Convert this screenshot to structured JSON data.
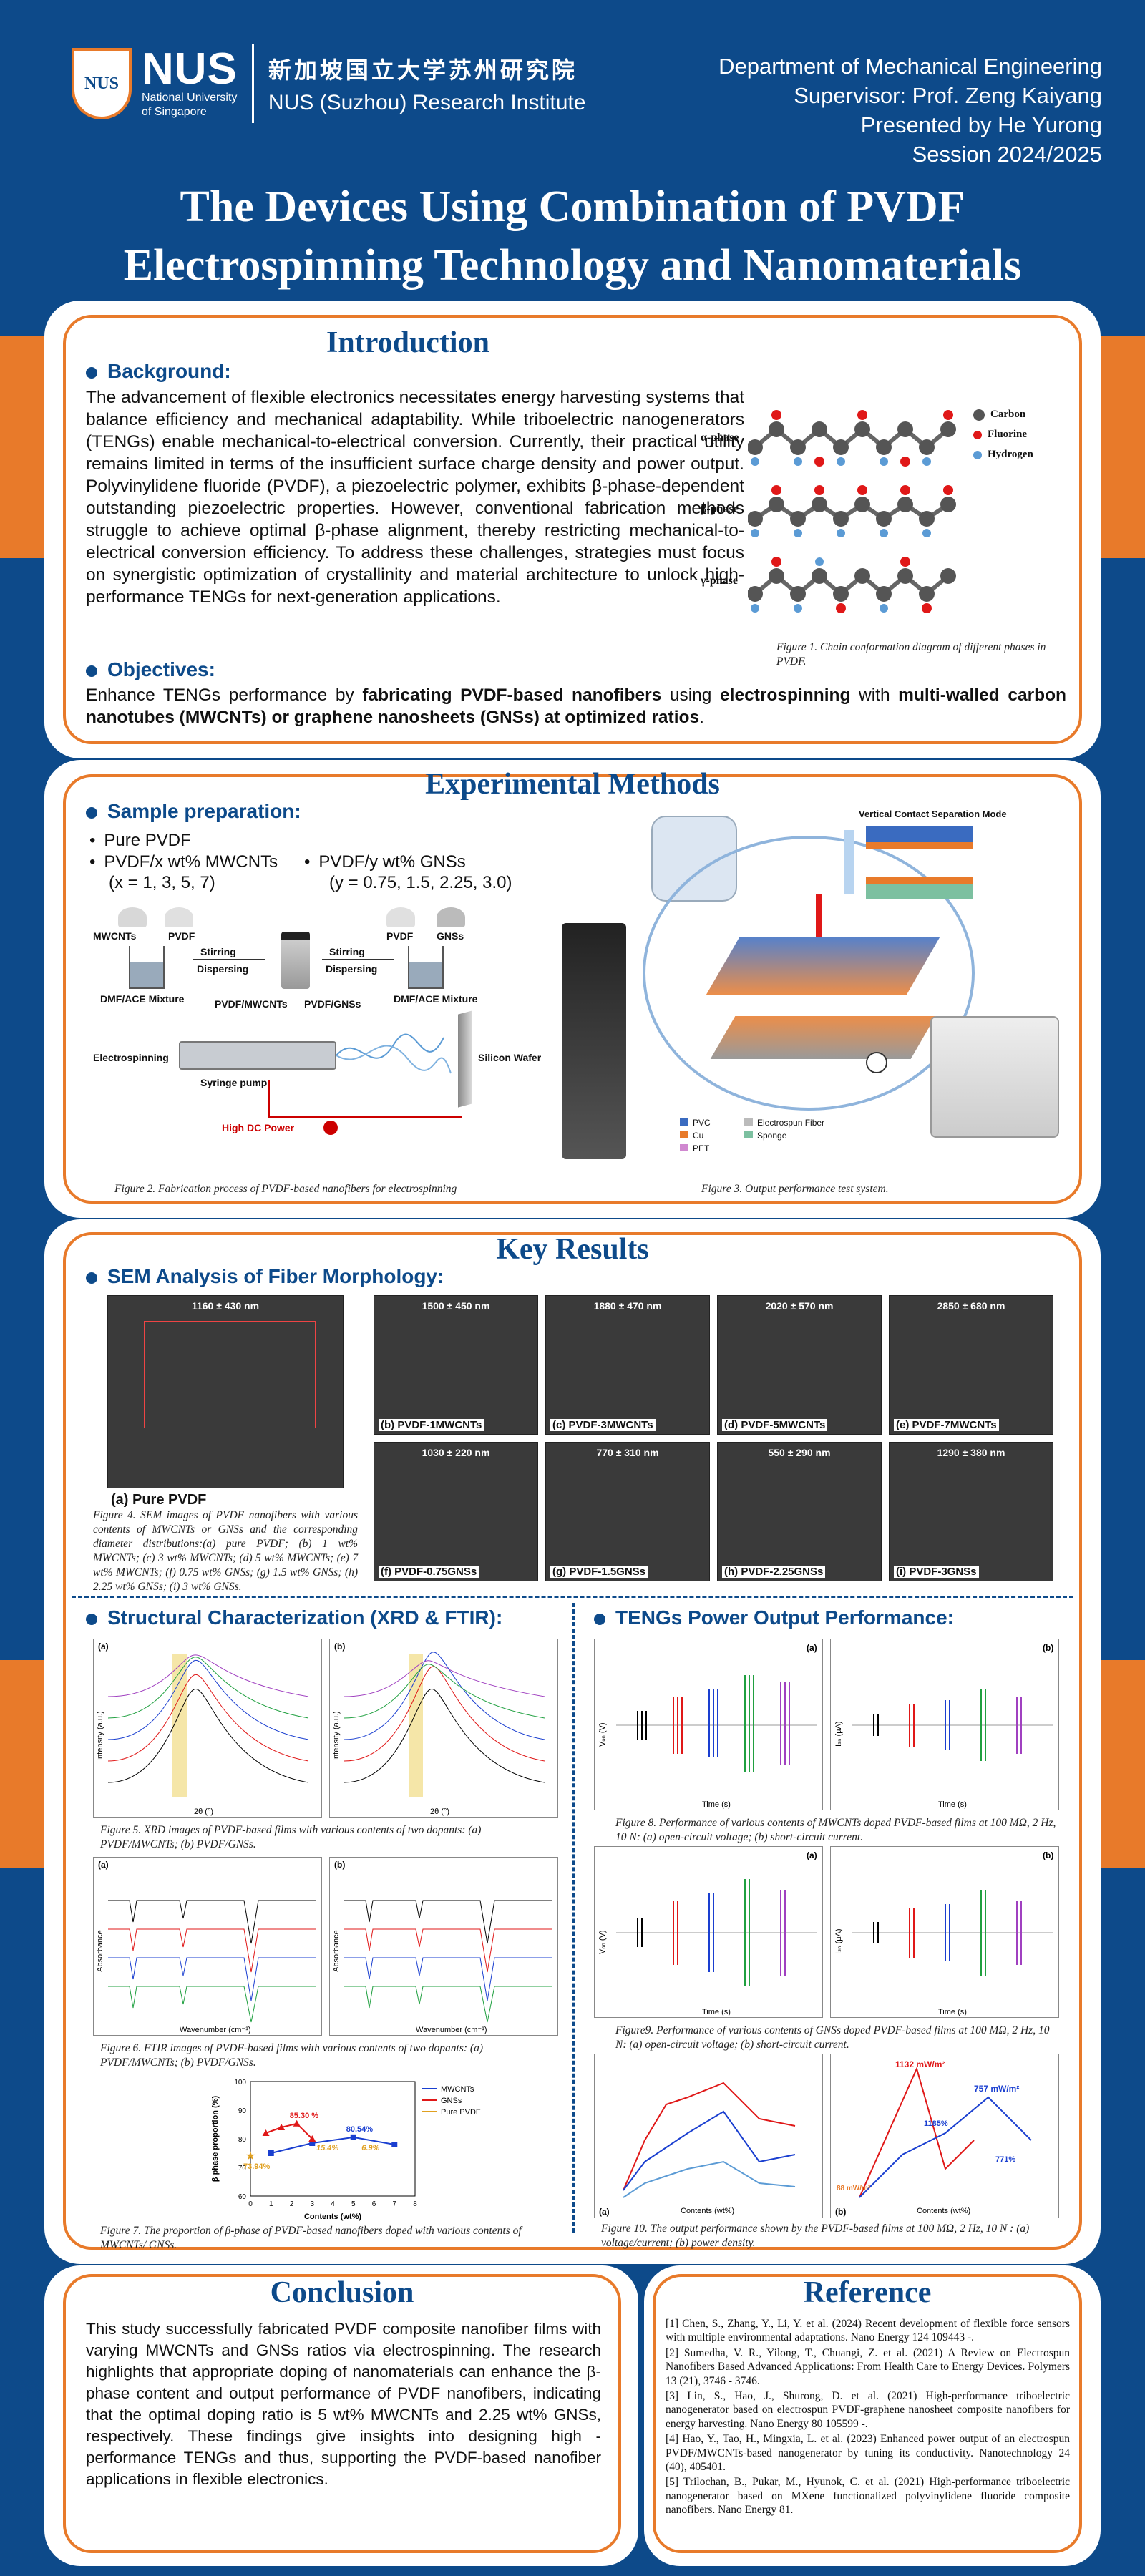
{
  "header": {
    "crest_letters": "NUS",
    "logo_text": "NUS",
    "logo_sub1": "National University",
    "logo_sub2": "of Singapore",
    "inst_cn": "新加坡国立大学苏州研究院",
    "inst_en": "NUS (Suzhou) Research Institute",
    "dept_lines": [
      "Department of Mechanical Engineering",
      "Supervisor:  Prof. Zeng Kaiyang",
      "Presented by He Yurong",
      "Session 2024/2025"
    ],
    "title_line1": "The Devices Using Combination of PVDF",
    "title_line2": "Electrospinning Technology and Nanomaterials"
  },
  "intro": {
    "heading": "Introduction",
    "background_label": "Background:",
    "background_text": "The advancement of flexible electronics necessitates energy harvesting systems that balance efficiency and mechanical adaptability. While triboelectric nanogenerators (TENGs) enable mechanical-to-electrical conversion. Currently, their practical utility remains limited in terms of the insufficient surface charge density and power output. Polyvinylidene fluoride (PVDF), a piezoelectric polymer, exhibits β-phase-dependent outstanding piezoelectric properties. However, conventional fabrication methods struggle to achieve optimal β-phase alignment, thereby restricting mechanical-to-electrical conversion efficiency. To address these challenges, strategies must focus on synergistic optimization of crystallinity and material architecture to unlock high-performance TENGs for next-generation applications.",
    "objectives_label": "Objectives:",
    "obj_p1": "Enhance TENGs performance by ",
    "obj_b1": "fabricating PVDF-based nanofibers",
    "obj_p2": " using ",
    "obj_b2": "electrospinning",
    "obj_p3": " with ",
    "obj_b3": "multi-walled carbon nanotubes (MWCNTs) or graphene nanosheets (GNSs) at optimized ratios",
    "obj_p4": ".",
    "fig1_phases": [
      "α-phase",
      "β-phase",
      "γ-phase"
    ],
    "fig1_legend": [
      "Carbon",
      "Fluorine",
      "Hydrogen"
    ],
    "fig1_caption": "Figure 1. Chain conformation diagram of different phases in PVDF."
  },
  "methods": {
    "heading": "Experimental Methods",
    "sample_label": "Sample preparation:",
    "items_left": [
      "Pure PVDF",
      "PVDF/x wt% MWCNTs",
      "(x = 1, 3, 5, 7)"
    ],
    "items_right": [
      "PVDF/y wt% GNSs",
      "(y = 0.75, 1.5,  2.25, 3.0)"
    ],
    "flow": {
      "mwcnts": "MWCNTs",
      "pvdf": "PVDF",
      "gnss": "GNSs",
      "stirring": "Stirring",
      "dispersing": "Dispersing",
      "mixture": "DMF/ACE  Mixture",
      "pvdf_mwcnts": "PVDF/MWCNTs",
      "pvdf_gnss": "PVDF/GNSs",
      "electrospinning": "Electrospinning",
      "syringe": "Syringe pump",
      "wafer": "Silicon Wafer",
      "hv": "High DC Power"
    },
    "fig2_caption": "Figure 2. Fabrication process of PVDF-based nanofibers for electrospinning",
    "fig3_mode": "Vertical Contact Separation Mode",
    "fig3_legend": [
      "PVC",
      "Cu",
      "PET",
      "Electrospun Fiber",
      "Sponge"
    ],
    "fig3_caption": "Figure 3. Output performance test system."
  },
  "results": {
    "heading": "Key Results",
    "sem_label": "SEM Analysis of Fiber Morphology:",
    "sem_main_dia": "1160 ± 430 nm",
    "sem_main_label": "(a)  Pure PVDF",
    "sem_panels": [
      {
        "label": "(b)  PVDF-1MWCNTs",
        "dia": "1500 ± 450 nm"
      },
      {
        "label": "(c)  PVDF-3MWCNTs",
        "dia": "1880 ± 470 nm"
      },
      {
        "label": "(d)  PVDF-5MWCNTs",
        "dia": "2020 ± 570 nm"
      },
      {
        "label": "(e)  PVDF-7MWCNTs",
        "dia": "2850 ± 680 nm"
      },
      {
        "label": "(f)  PVDF-0.75GNSs",
        "dia": "1030 ± 220 nm"
      },
      {
        "label": "(g)  PVDF-1.5GNSs",
        "dia": "770 ± 310 nm"
      },
      {
        "label": "(h)  PVDF-2.25GNSs",
        "dia": "550 ± 290 nm"
      },
      {
        "label": "(i)  PVDF-3GNSs",
        "dia": "1290 ± 380 nm"
      }
    ],
    "fig4_caption": "Figure 4. SEM images of PVDF nanofibers with various contents of MWCNTs or GNSs and the corresponding diameter distributions:(a) pure PVDF; (b) 1 wt% MWCNTs; (c) 3 wt% MWCNTs; (d) 5 wt% MWCNTs; (e) 7 wt% MWCNTs; (f) 0.75 wt% GNSs; (g) 1.5 wt% GNSs; (h) 2.25 wt% GNSs; (i) 3 wt% GNSs.",
    "struct_label": "Structural Characterization (XRD & FTIR):",
    "fig5_caption": "Figure 5. XRD images of PVDF-based films with various contents of two dopants: (a) PVDF/MWCNTs; (b) PVDF/GNSs.",
    "fig6_caption": "Figure 6. FTIR images of PVDF-based films with various contents of two dopants: (a) PVDF/MWCNTs; (b) PVDF/GNSs.",
    "fig7_caption": "Figure 7. The proportion of β-phase of PVDF-based nanofibers doped with various contents of MWCNTs/ GNSs.",
    "fig7_labels": {
      "ann1": "85.30 %",
      "ann2": "80.54%",
      "ann3": "15.4%",
      "ann4": "6.9%",
      "ann5": "73.94%"
    },
    "teng_label": "TENGs Power Output Performance:",
    "fig8_caption": "Figure 8. Performance of various contents of MWCNTs doped PVDF-based films at 100 MΩ, 2 Hz, 10 N: (a) open-circuit voltage; (b) short-circuit current.",
    "fig9_caption": "Figure9. Performance of various contents of GNSs doped PVDF-based films at 100 MΩ, 2 Hz, 10 N: (a) open-circuit voltage; (b) short-circuit current.",
    "fig10_caption": "Figure 10. The output performance shown by the PVDF-based films at 100 MΩ, 2 Hz, 10 N : (a) voltage/current; (b) power density.",
    "fig10_labels": {
      "p1": "1132 mW/m²",
      "p2": "757 mW/m²",
      "p3": "1185%",
      "p4": "771%",
      "p5": "88 mW/m²"
    },
    "panel_a": "(a)",
    "panel_b": "(b)",
    "axis_time": "Time (s)",
    "axis_voltage": "Vₒₙ (V)",
    "axis_current": "Iₛₙ (μA)",
    "axis_theta": "2θ (°)",
    "axis_intensity": "Intensity (a.u.)",
    "axis_wavenumber": "Wavenumber (cm⁻¹)",
    "axis_absorbance": "Absorbance",
    "axis_beta": "β phase proportion (%)",
    "axis_contents": "Contents (wt%)"
  },
  "chart_data": {
    "type": "line",
    "title": "",
    "xlabel": "Contents (wt%)",
    "ylabel": "β phase proportion (%)",
    "ylim": [
      60,
      100
    ],
    "series": [
      {
        "name": "MWCNTs",
        "x": [
          1,
          3,
          5,
          7
        ],
        "values": [
          75.0,
          78.5,
          80.54,
          78.0
        ]
      },
      {
        "name": "GNSs",
        "x": [
          0.75,
          1.5,
          2.25,
          3.0
        ],
        "values": [
          82.0,
          84.0,
          85.3,
          80.0
        ]
      },
      {
        "name": "Pure PVDF",
        "x": [
          0
        ],
        "values": [
          73.94
        ]
      }
    ]
  },
  "conclusion": {
    "heading": "Conclusion",
    "text": "This study successfully fabricated PVDF composite nanofiber films with varying MWCNTs and GNSs ratios via electrospinning. The research highlights that appropriate doping of nanomaterials can enhance the β-phase content and output performance of PVDF nanofibers, indicating that the optimal doping ratio is 5 wt% MWCNTs and 2.25 wt% GNSs, respectively. These findings give insights into designing high - performance TENGs and thus, supporting the PVDF-based nanofiber applications in flexible electronics."
  },
  "reference": {
    "heading": "Reference",
    "items": [
      "[1] Chen, S., Zhang, Y., Li, Y. et al. (2024) Recent development of flexible force sensors with multiple environmental adaptations. Nano Energy 124 109443 -.",
      "[2] Sumedha, V. R., Yilong, T., Chuangi, Z. et al. (2021) A Review on Electrospun Nanofibers Based Advanced Applications: From Health Care to Energy Devices. Polymers 13 (21), 3746 - 3746.",
      "[3] Lin, S., Hao, J., Shurong, D. et al. (2021) High-performance triboelectric nanogenerator based on electrospun PVDF-graphene nanosheet composite nanofibers for energy harvesting. Nano Energy 80 105599 -.",
      "[4] Hao, Y., Tao, H., Mingxia, L. et al. (2023) Enhanced power output of an electrospun PVDF/MWCNTs-based nanogenerator by tuning its conductivity. Nanotechnology 24 (40), 405401.",
      "[5] Trilochan, B., Pukar, M., Hyunok, C. et al. (2021) High-performance triboelectric nanogenerator based on MXene functionalized polyvinylidene fluoride composite nanofibers. Nano Energy 81."
    ]
  },
  "colors": {
    "navy": "#0d4a8a",
    "orange": "#e87a2a",
    "mwcnts": "#1a3fd0",
    "gnss": "#e01818",
    "pure": "#e0a020"
  }
}
